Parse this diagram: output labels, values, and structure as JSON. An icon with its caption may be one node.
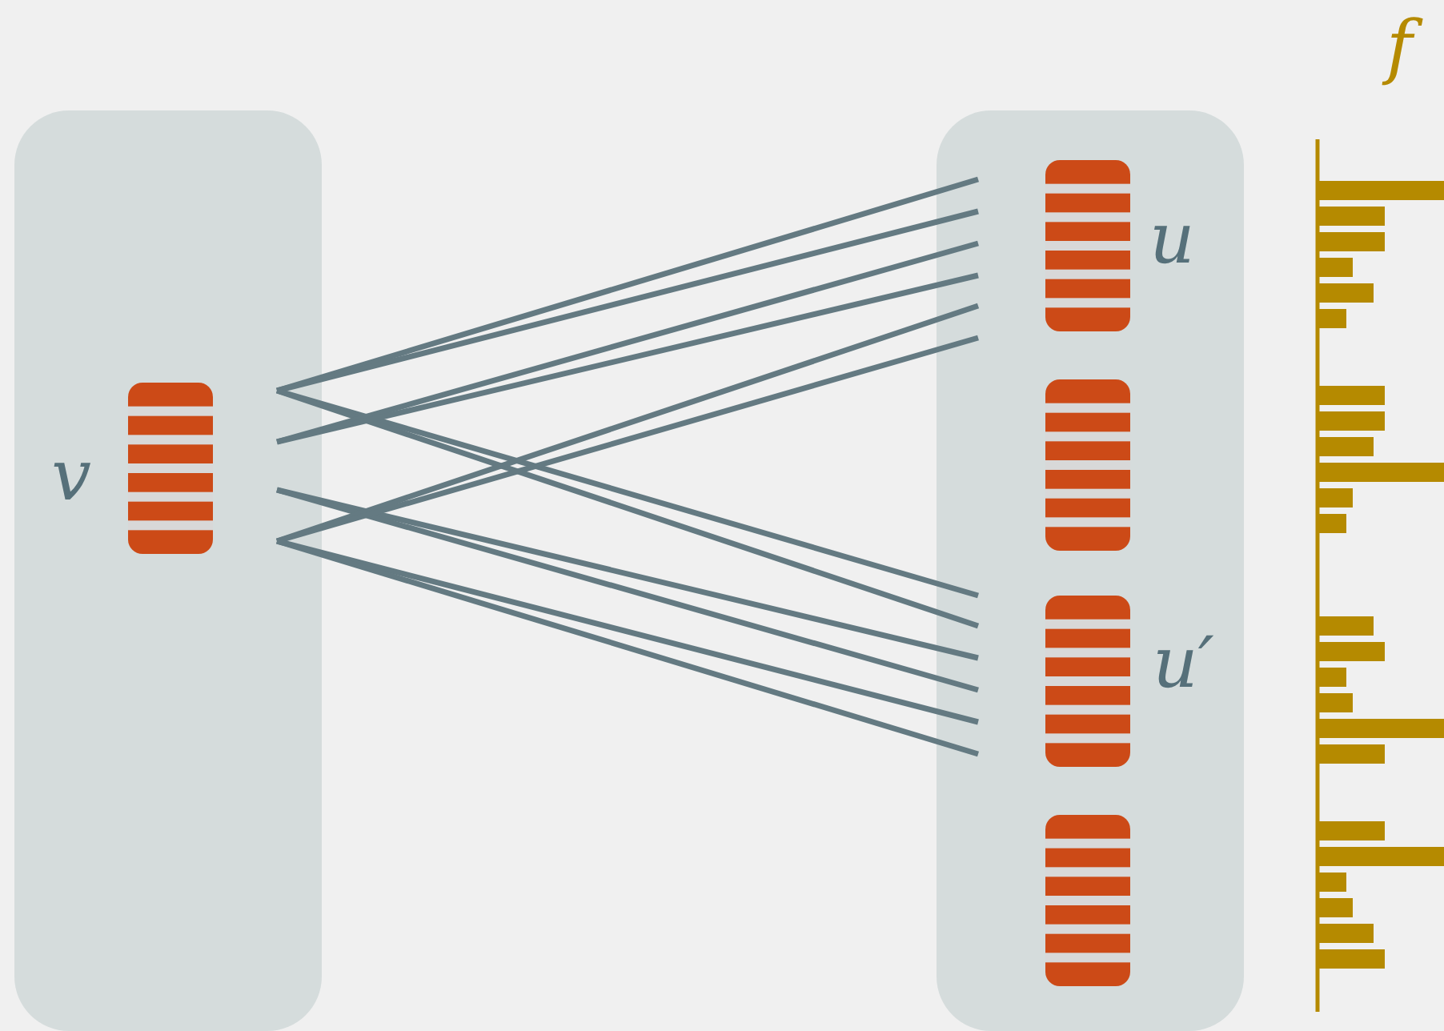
{
  "diagram": {
    "nodes": [
      {
        "text": [],
        "shape": "box"
      },
      {
        "text": [],
        "shape": "bar",
        "in": 0,
        "beside": [
          "v"
        ]
      },
      {
        "text": [],
        "shape": "box"
      },
      {
        "text": [],
        "shape": "bar",
        "in": 2,
        "beside": [
          "u"
        ]
      },
      {
        "text": [],
        "shape": "bar",
        "in": 2
      },
      {
        "text": [],
        "shape": "bar",
        "in": 2,
        "beside": [
          "u′"
        ]
      },
      {
        "text": [],
        "shape": "bar",
        "in": 2
      }
    ],
    "labels": [
      "f"
    ]
  }
}
